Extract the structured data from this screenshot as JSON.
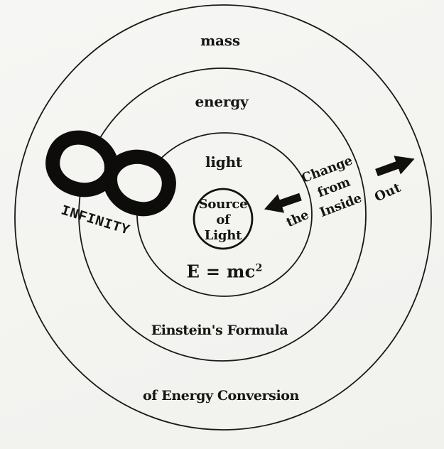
{
  "colors": {
    "paper": "#f4f4f1",
    "ink": "#171513"
  },
  "rings": {
    "outer_label": "mass",
    "middle_label": "energy",
    "inner_label": "light"
  },
  "core": {
    "label": "Source of Light",
    "line1": "Source",
    "line2": "of",
    "line3": "Light"
  },
  "formula": {
    "base": "E = mc",
    "exponent": "2"
  },
  "captions": {
    "formula_name": "Einstein's Formula",
    "formula_name_cont": "of Energy Conversion"
  },
  "infinity": {
    "label": "INFINITY"
  },
  "annotation": {
    "phrase": "Change from the Inside Out",
    "line1": "Change",
    "line2": "from",
    "line3": "Inside",
    "word_the": "the",
    "word_out": "Out"
  }
}
